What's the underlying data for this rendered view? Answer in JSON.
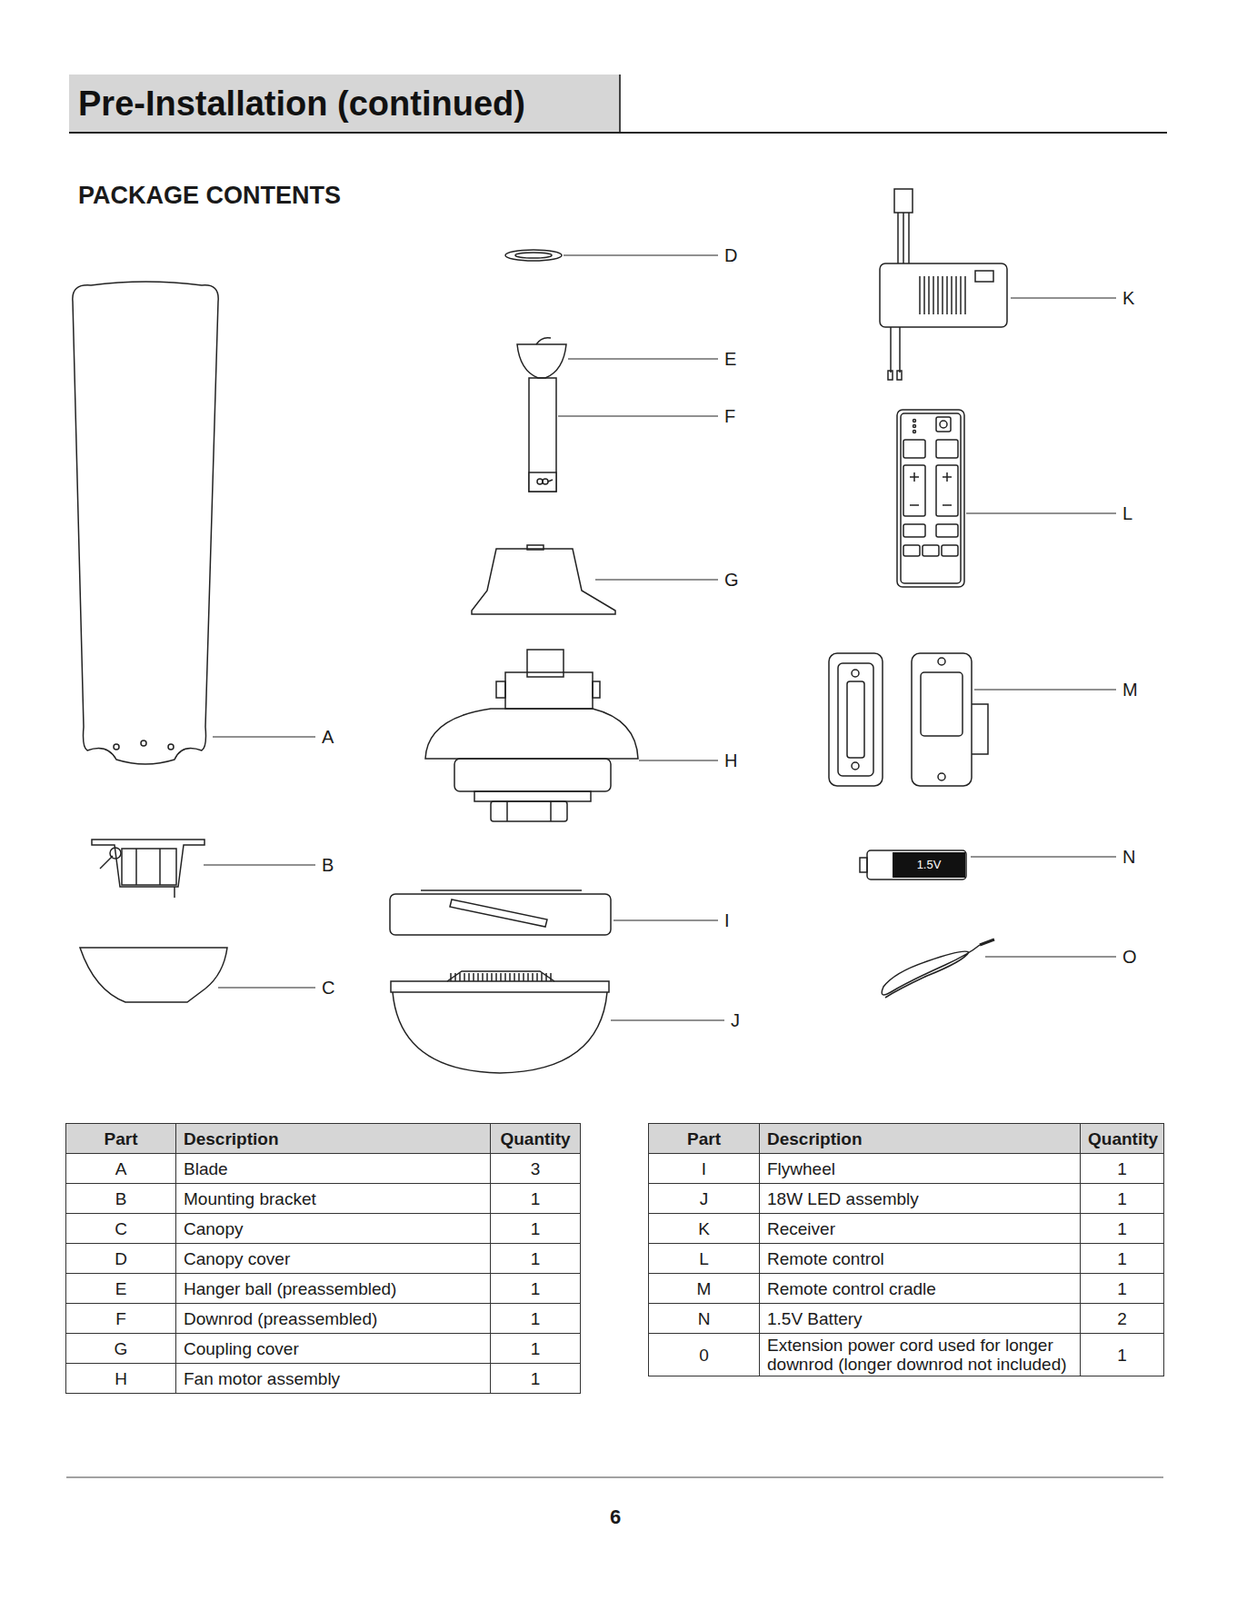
{
  "diagram": {
    "title": "Pre-Installation (continued)",
    "labels": [
      "PACKAGE CONTENTS",
      "D",
      "K",
      "E",
      "F",
      "L",
      "G",
      "M",
      "A",
      "H",
      "B",
      "N",
      "I",
      "O",
      "C",
      "J",
      "1.5V",
      "Part",
      "Description",
      "Quantity",
      "A",
      "Blade",
      "3",
      "B",
      "Mounting bracket",
      "1",
      "C",
      "Canopy",
      "1",
      "D",
      "Canopy cover",
      "1",
      "E",
      "Hanger ball (preassembled)",
      "1",
      "F",
      "Downrod (preassembled)",
      "1",
      "G",
      "Coupling cover",
      "1",
      "H",
      "Fan motor assembly",
      "1",
      "Part",
      "Description",
      "Quantity",
      "I",
      "Flywheel",
      "1",
      "J",
      "18W LED assembly",
      "1",
      "K",
      "Receiver",
      "1",
      "L",
      "Remote control",
      "1",
      "M",
      "Remote control cradle",
      "1",
      "N",
      "1.5V Battery",
      "2",
      "0",
      "Extension power cord used for longer downrod (longer downrod not included)",
      "1",
      "6"
    ]
  }
}
